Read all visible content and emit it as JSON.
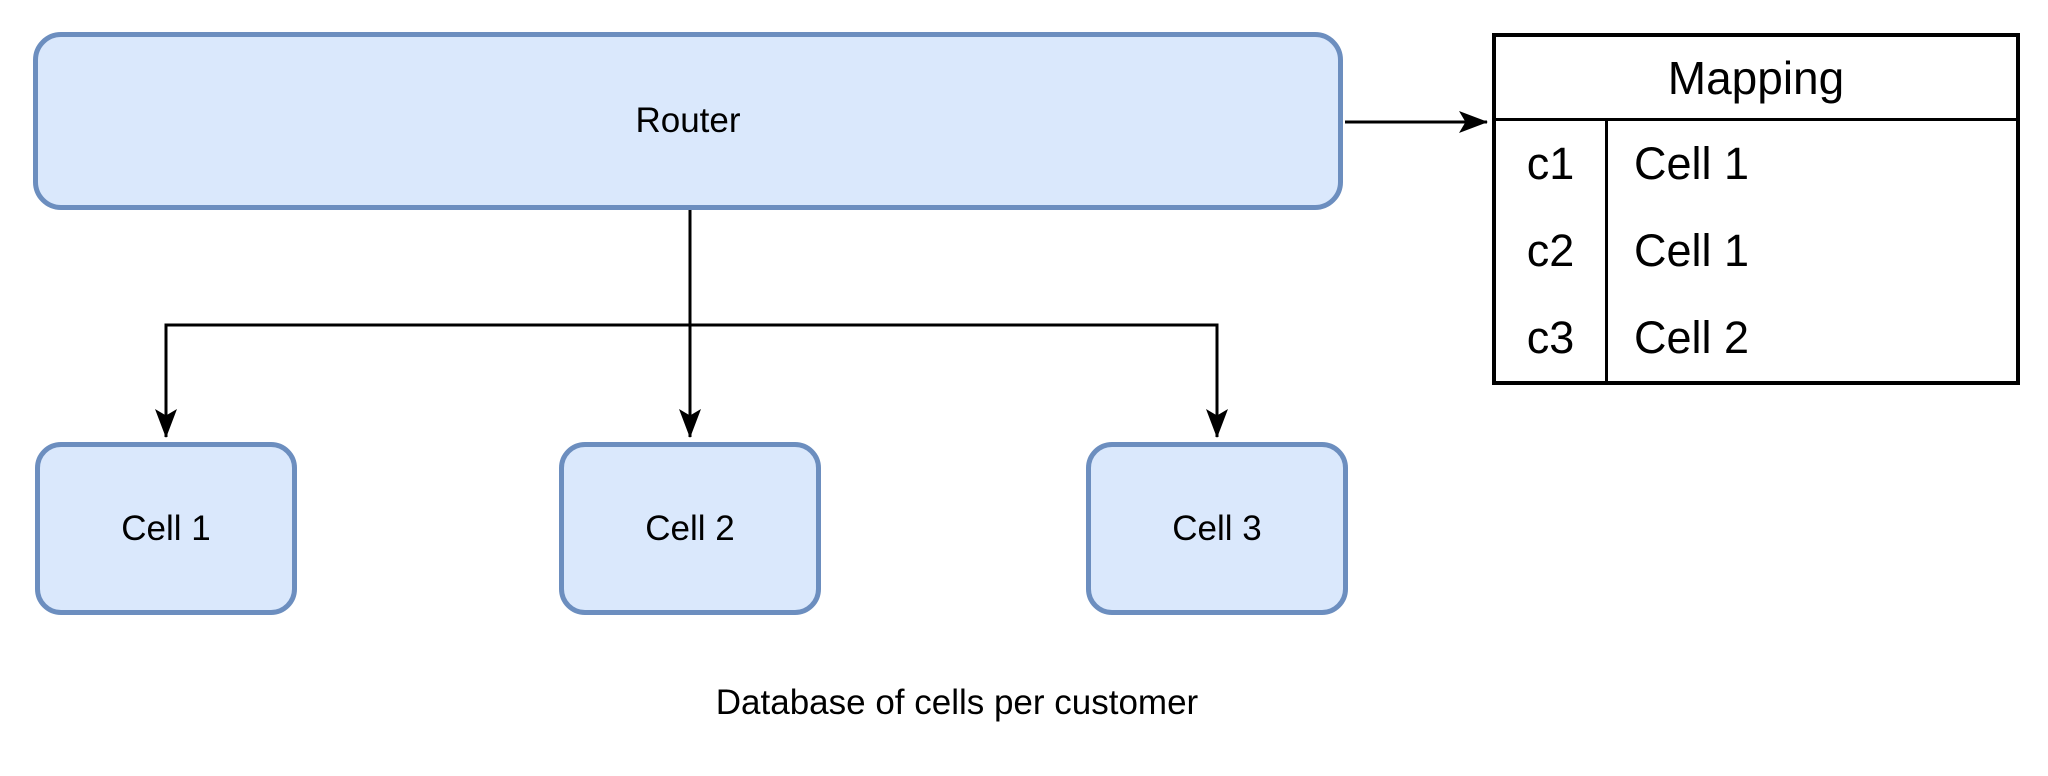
{
  "colors": {
    "node_fill": "#dae8fc",
    "node_stroke": "#6c8ebf",
    "connector": "#000000",
    "table_border": "#000000",
    "text": "#000000",
    "canvas_bg": "#ffffff"
  },
  "router": {
    "label": "Router"
  },
  "cells": [
    {
      "label": "Cell 1"
    },
    {
      "label": "Cell 2"
    },
    {
      "label": "Cell 3"
    }
  ],
  "mapping_table": {
    "title": "Mapping",
    "rows": [
      {
        "key": "c1",
        "value": "Cell 1"
      },
      {
        "key": "c2",
        "value": "Cell 1"
      },
      {
        "key": "c3",
        "value": "Cell 2"
      }
    ]
  },
  "caption": {
    "text": "Database of cells per customer"
  }
}
